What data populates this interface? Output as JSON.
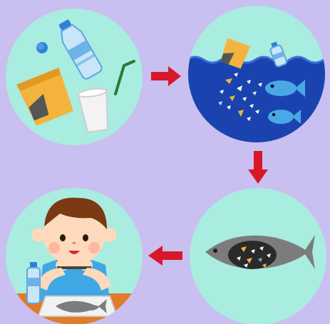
{
  "diagram": {
    "type": "cycle",
    "steps": [
      {
        "id": "plastic-waste",
        "icons": [
          "plastic-bottle-icon",
          "bottle-cap-icon",
          "snack-bag-icon",
          "plastic-cup-icon",
          "drinking-straw-icon"
        ]
      },
      {
        "id": "ocean-pollution",
        "icons": [
          "floating-bag-icon",
          "floating-bottle-icon",
          "microplastic-fragments-icon",
          "blue-fish-icon"
        ]
      },
      {
        "id": "fish-ingests-microplastics",
        "icons": [
          "gray-fish-icon",
          "stomach-microplastics-icon"
        ]
      },
      {
        "id": "child-eats-fish",
        "icons": [
          "child-icon",
          "water-bottle-icon",
          "fish-on-plate-icon"
        ]
      }
    ],
    "arrows": [
      {
        "from": "plastic-waste",
        "to": "ocean-pollution",
        "direction": "right"
      },
      {
        "from": "ocean-pollution",
        "to": "fish-ingests-microplastics",
        "direction": "down"
      },
      {
        "from": "fish-ingests-microplastics",
        "to": "child-eats-fish",
        "direction": "left"
      }
    ]
  },
  "colors": {
    "background": "#c9bff0",
    "circle": "#a9ece0",
    "ocean": "#1a43b0",
    "arrow": "#d8182a",
    "fish_blue": "#4aa8e6",
    "fish_gray": "#7c7c7c",
    "bag_orange": "#f4b33c"
  }
}
